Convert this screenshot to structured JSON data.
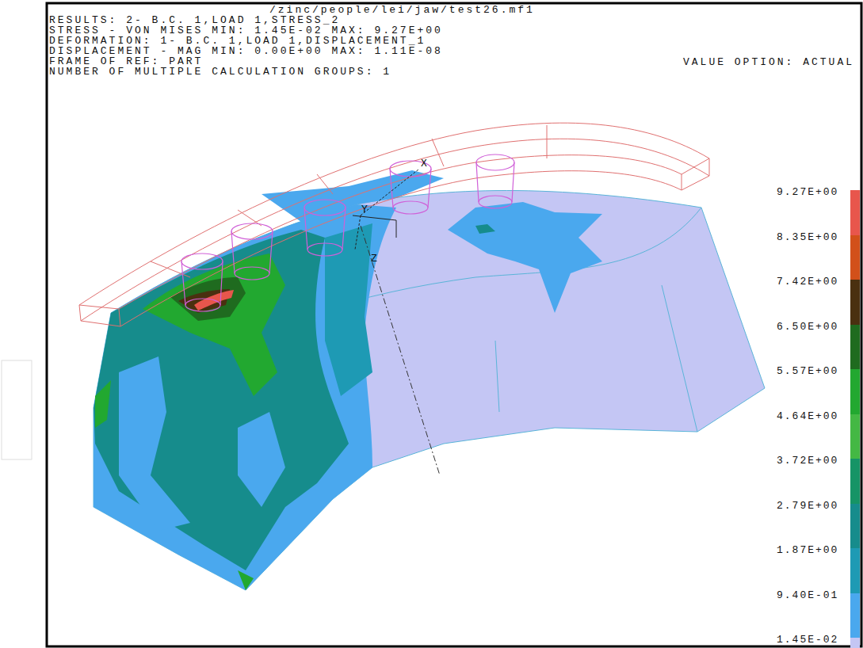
{
  "diagram": {
    "title": "/zinc/people/lei/jaw/test26.mf1",
    "labels": [
      "RESULTS: 2- B.C. 1,LOAD 1,STRESS_2",
      "STRESS - VON MISES MIN: 1.45E-02 MAX: 9.27E+00",
      "DEFORMATION: 1- B.C. 1,LOAD 1,DISPLACEMENT_1",
      "DISPLACEMENT - MAG MIN: 0.00E+00 MAX: 1.11E-08",
      "FRAME OF REF: PART",
      "NUMBER OF MULTIPLE CALCULATION GROUPS: 1",
      "VALUE OPTION: ACTUAL",
      "X",
      "Y",
      "Z"
    ],
    "legend": [
      {
        "text": "9.27E+00",
        "color": "#e8564c"
      },
      {
        "text": "8.35E+00",
        "color": "#d2501a"
      },
      {
        "text": "7.42E+00",
        "color": "#4a3010"
      },
      {
        "text": "6.50E+00",
        "color": "#1f6b1f"
      },
      {
        "text": "5.57E+00",
        "color": "#22a830"
      },
      {
        "text": "4.64E+00",
        "color": "#44b844"
      },
      {
        "text": "3.72E+00",
        "color": "#169466"
      },
      {
        "text": "2.79E+00",
        "color": "#168c8c"
      },
      {
        "text": "1.87E+00",
        "color": "#1e9ab4"
      },
      {
        "text": "9.40E-01",
        "color": "#4aa8ee"
      },
      {
        "text": "1.45E-02",
        "color": "#c4c6f4"
      }
    ]
  }
}
